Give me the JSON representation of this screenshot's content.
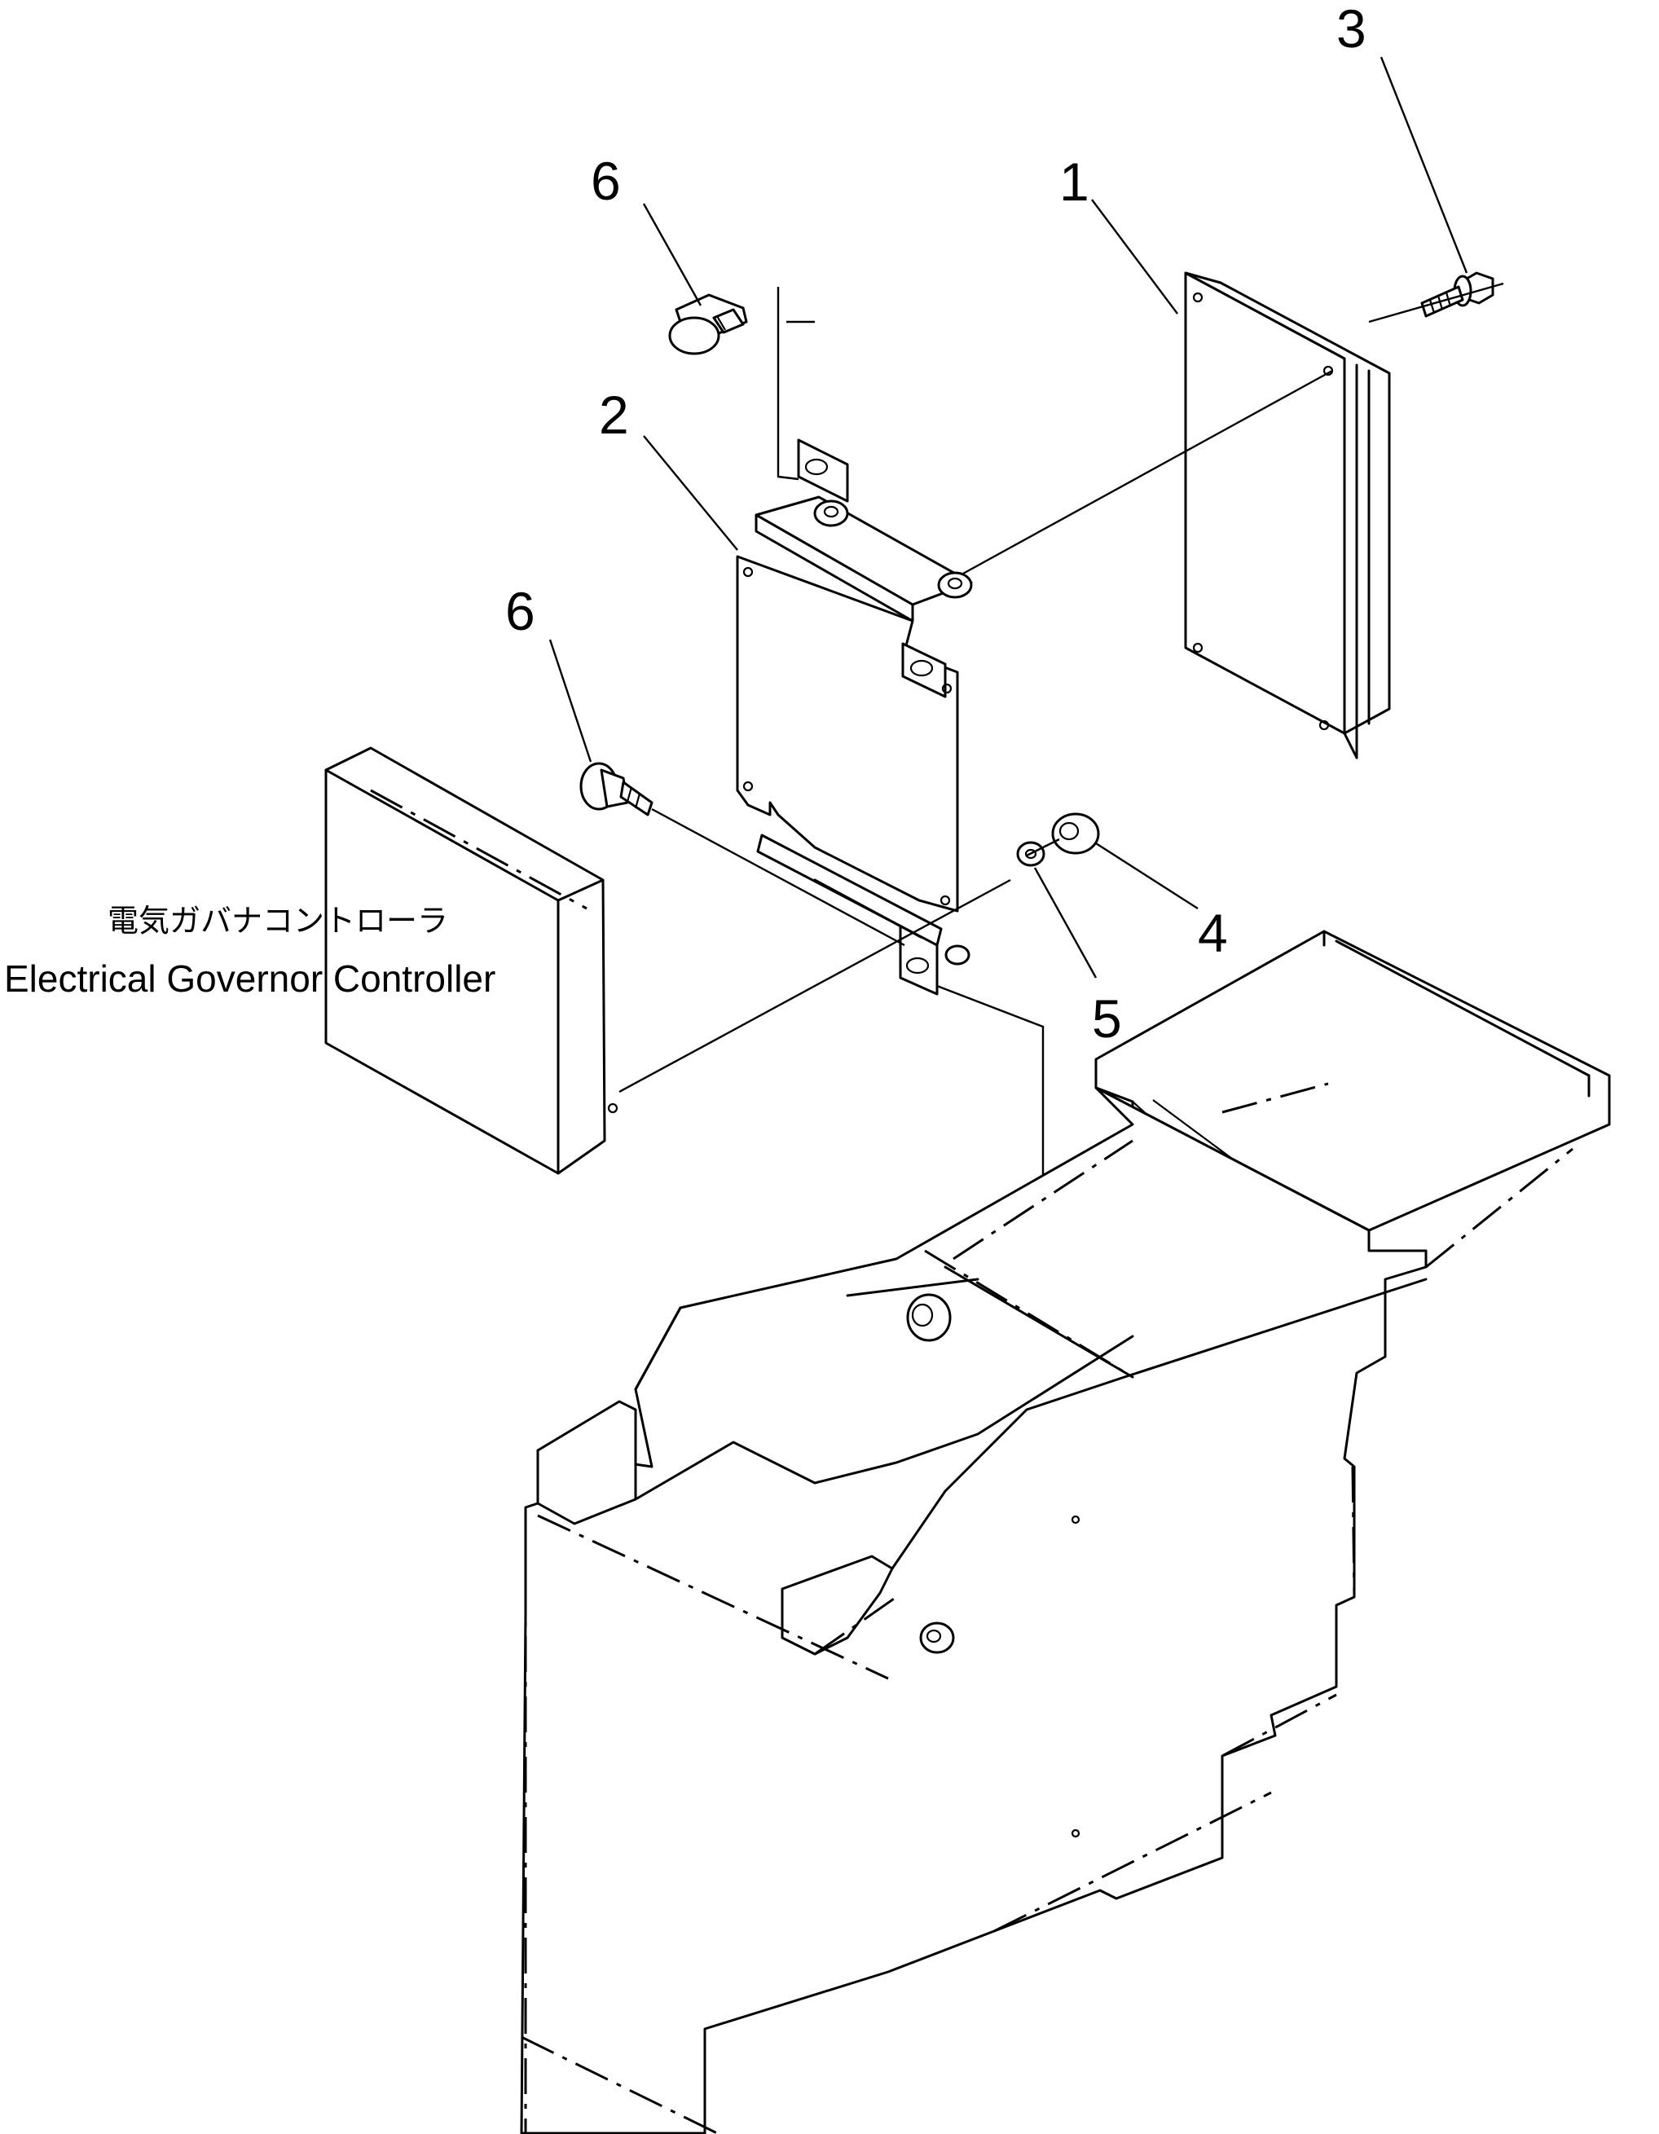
{
  "callouts": {
    "p1": "1",
    "p2": "2",
    "p3": "3",
    "p4": "4",
    "p5": "5",
    "p6_top": "6",
    "p6_mid": "6"
  },
  "caption": {
    "japanese": "電気ガバナコントローラ",
    "english": "Electrical Governor Controller"
  }
}
